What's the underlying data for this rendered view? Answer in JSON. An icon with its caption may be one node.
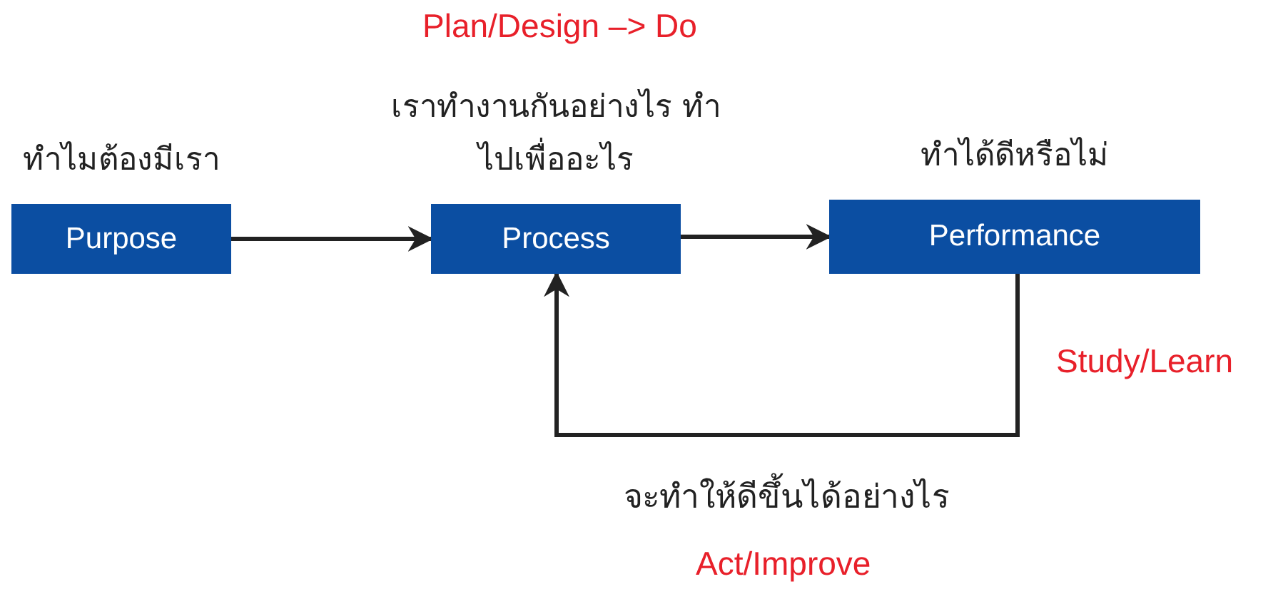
{
  "diagram": {
    "nodes": [
      {
        "text": [
          "ทำไมต้องมีเรา",
          "Purpose"
        ]
      },
      {
        "text": [
          "เราทำงานกันอย่างไร ทำไปเพื่ออะไร",
          "Process"
        ]
      },
      {
        "text": [
          "ทำได้ดีหรือไม่",
          "Performance"
        ]
      }
    ],
    "edges": [
      {
        "from": 0,
        "to": 1,
        "arrow": "to"
      },
      {
        "from": 1,
        "to": 2,
        "arrow": "to"
      },
      {
        "from": 2,
        "to": 1,
        "arrow": "to"
      }
    ],
    "labels": [
      "Plan/Design –> Do",
      "Study/Learn",
      "จะทำให้ดีขึ้นได้อย่างไร",
      "Act/Improve"
    ]
  }
}
